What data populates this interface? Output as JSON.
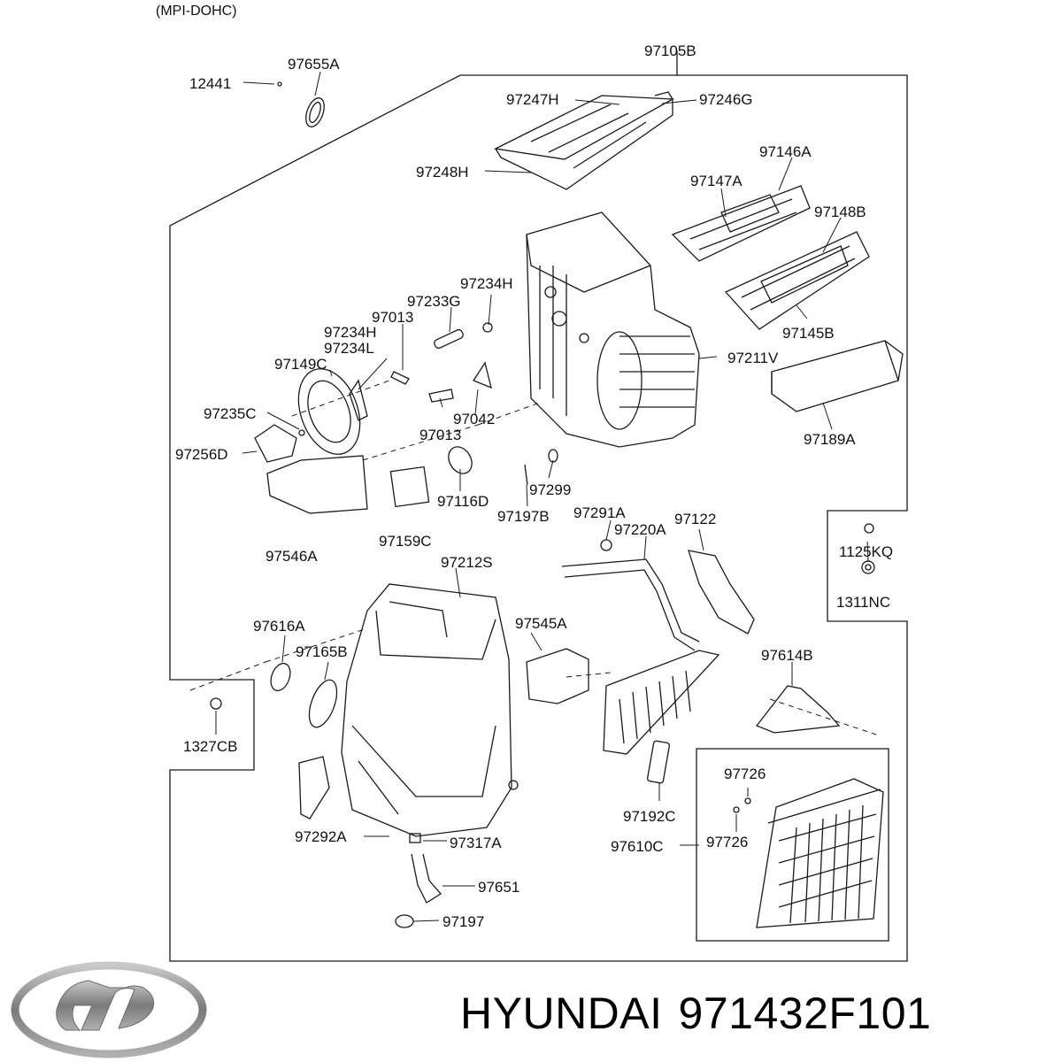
{
  "diagram": {
    "variant_label": "(MPI-DOHC)",
    "brand": "HYUNDAI",
    "part_number": "971432F101",
    "callouts": [
      "97105B",
      "97655A",
      "12441",
      "97247H",
      "97246G",
      "97248H",
      "97146A",
      "97147A",
      "97148B",
      "97234H",
      "97233G",
      "97013",
      "97234H",
      "97234L",
      "97149C",
      "97145B",
      "97211V",
      "97235C",
      "97042",
      "97013",
      "97256D",
      "97189A",
      "97299",
      "97116D",
      "97197B",
      "97546A",
      "97159C",
      "97291A",
      "97220A",
      "97122",
      "1125KQ",
      "1311NC",
      "97212S",
      "97616A",
      "97165B",
      "97545A",
      "97614B",
      "1327CB",
      "97726",
      "97192C",
      "97726",
      "97292A",
      "97317A",
      "97610C",
      "97651",
      "97197"
    ]
  },
  "colors": {
    "line": "#1a1a1a",
    "background": "#ffffff",
    "logo_metal": "#8a8a8a"
  }
}
